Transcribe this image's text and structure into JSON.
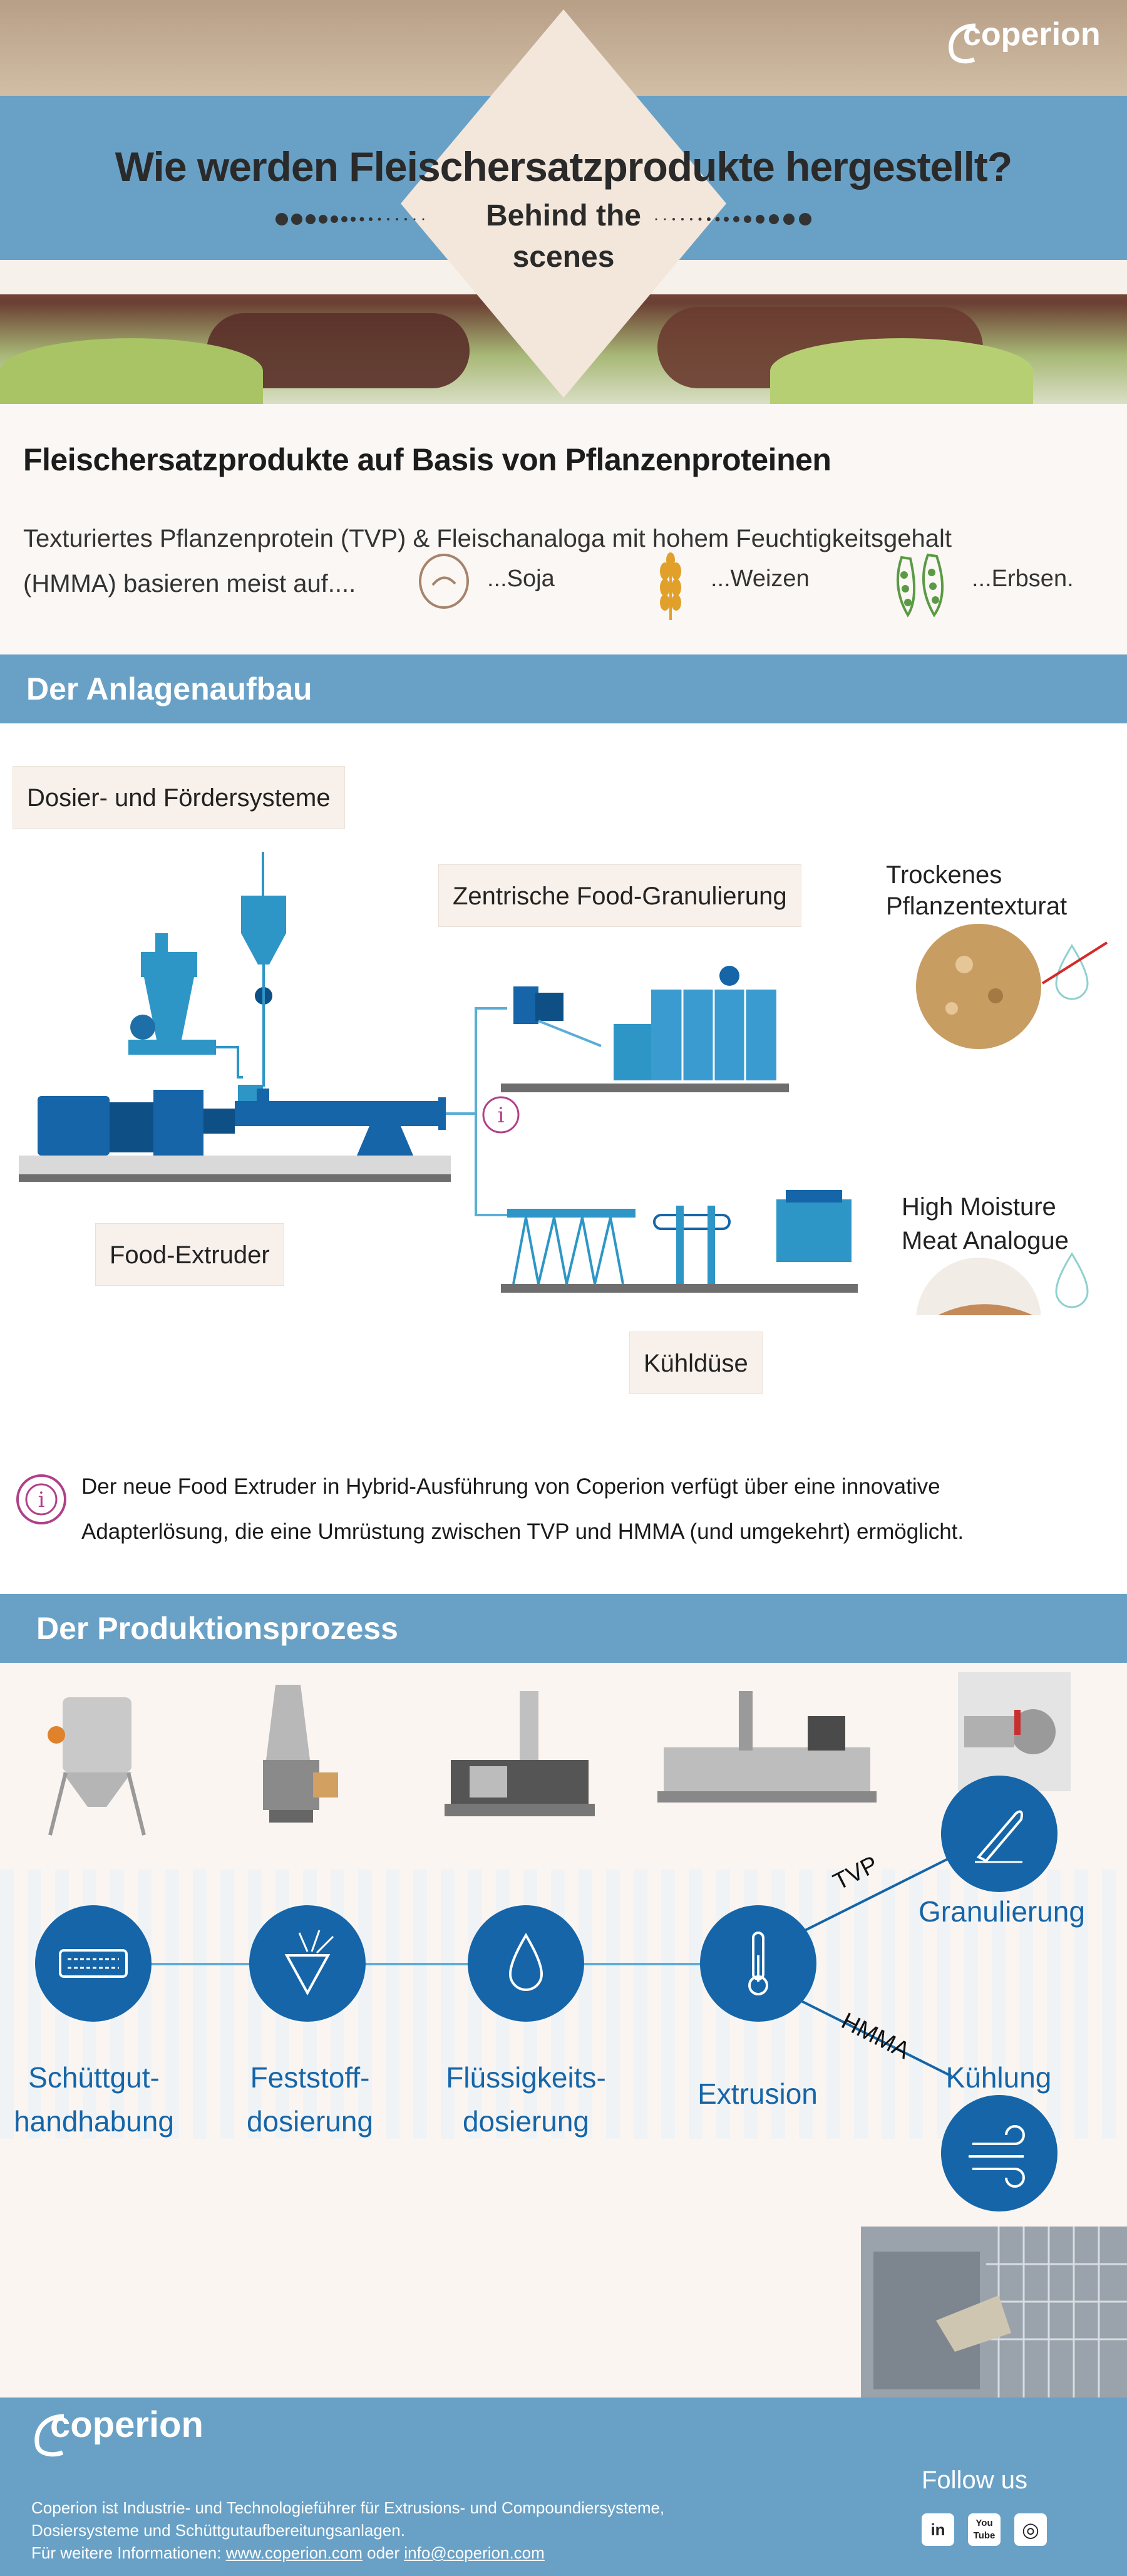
{
  "brand": {
    "name": "coperion",
    "accent": "#1565a8",
    "band_color": "#69a1c6"
  },
  "hero": {
    "title": "Wie werden Fleischersatzprodukte hergestellt?",
    "subtitle_line1": "Behind the",
    "subtitle_line2": "scenes"
  },
  "intro": {
    "heading": "Fleischersatzprodukte auf Basis von Pflanzenproteinen",
    "line1_a": "Texturiertes Pflanzenprotein (TVP) & ",
    "line1_b": "Fleischanaloga mit hohem Feuchtigkeitsgehalt",
    "line2": "(HMMA) basieren meist auf....",
    "items": [
      {
        "label": "...Soja",
        "icon": "soy-bean-icon"
      },
      {
        "label": "...Weizen",
        "icon": "wheat-icon"
      },
      {
        "label": "...Erbsen.",
        "icon": "pea-pod-icon"
      }
    ]
  },
  "plant": {
    "heading": "Der Anlagenaufbau",
    "dosing_label": "Dosier- und Fördersysteme",
    "granulation_label": "Zentrische Food-Granulierung",
    "extruder_label": "Food-Extruder",
    "cooling_label": "Kühldüse",
    "dry_label_1": "Trockenes",
    "dry_label_2": "Pflanzentexturat",
    "hmma_label_1": "High Moisture",
    "hmma_label_2": "Meat Analogue",
    "note_line1": "Der neue Food Extruder in Hybrid-Ausführung von Coperion verfügt über eine innovative",
    "note_line2": "Adapterlösung, die eine Umrüstung zwischen TVP und HMMA (und umgekehrt) ermöglicht."
  },
  "process": {
    "heading": "Der Produktionsprozess",
    "steps": [
      {
        "line1": "Schüttgut-",
        "line2": "handhabung",
        "icon": "bulk-handling-icon"
      },
      {
        "line1": "Feststoff-",
        "line2": "dosierung",
        "icon": "funnel-icon"
      },
      {
        "line1": "Flüssigkeits-",
        "line2": "dosierung",
        "icon": "droplet-icon"
      },
      {
        "line1": "Extrusion",
        "line2": "",
        "icon": "thermometer-icon"
      },
      {
        "line1": "Granulierung",
        "line2": "",
        "icon": "knife-icon"
      },
      {
        "line1": "Kühlung",
        "line2": "",
        "icon": "wind-icon"
      }
    ],
    "branch_tvp": "TVP",
    "branch_hmma": "HMMA"
  },
  "footer": {
    "logo": "coperion",
    "text_line1": "Coperion ist Industrie- und Technologieführer für Extrusions- und Compoundiersysteme,",
    "text_line2": "Dosiersysteme und Schüttgutaufbereitungsanlagen.",
    "text_line3_a": "Für weitere Informationen: ",
    "link1": "www.coperion.com",
    "text_line3_b": " oder ",
    "link2": "info@coperion.com",
    "follow": "Follow us",
    "social": [
      {
        "label": "in",
        "icon": "linkedin-icon"
      },
      {
        "label": "You Tube",
        "icon": "youtube-icon"
      },
      {
        "label": "◎",
        "icon": "instagram-icon"
      }
    ]
  }
}
